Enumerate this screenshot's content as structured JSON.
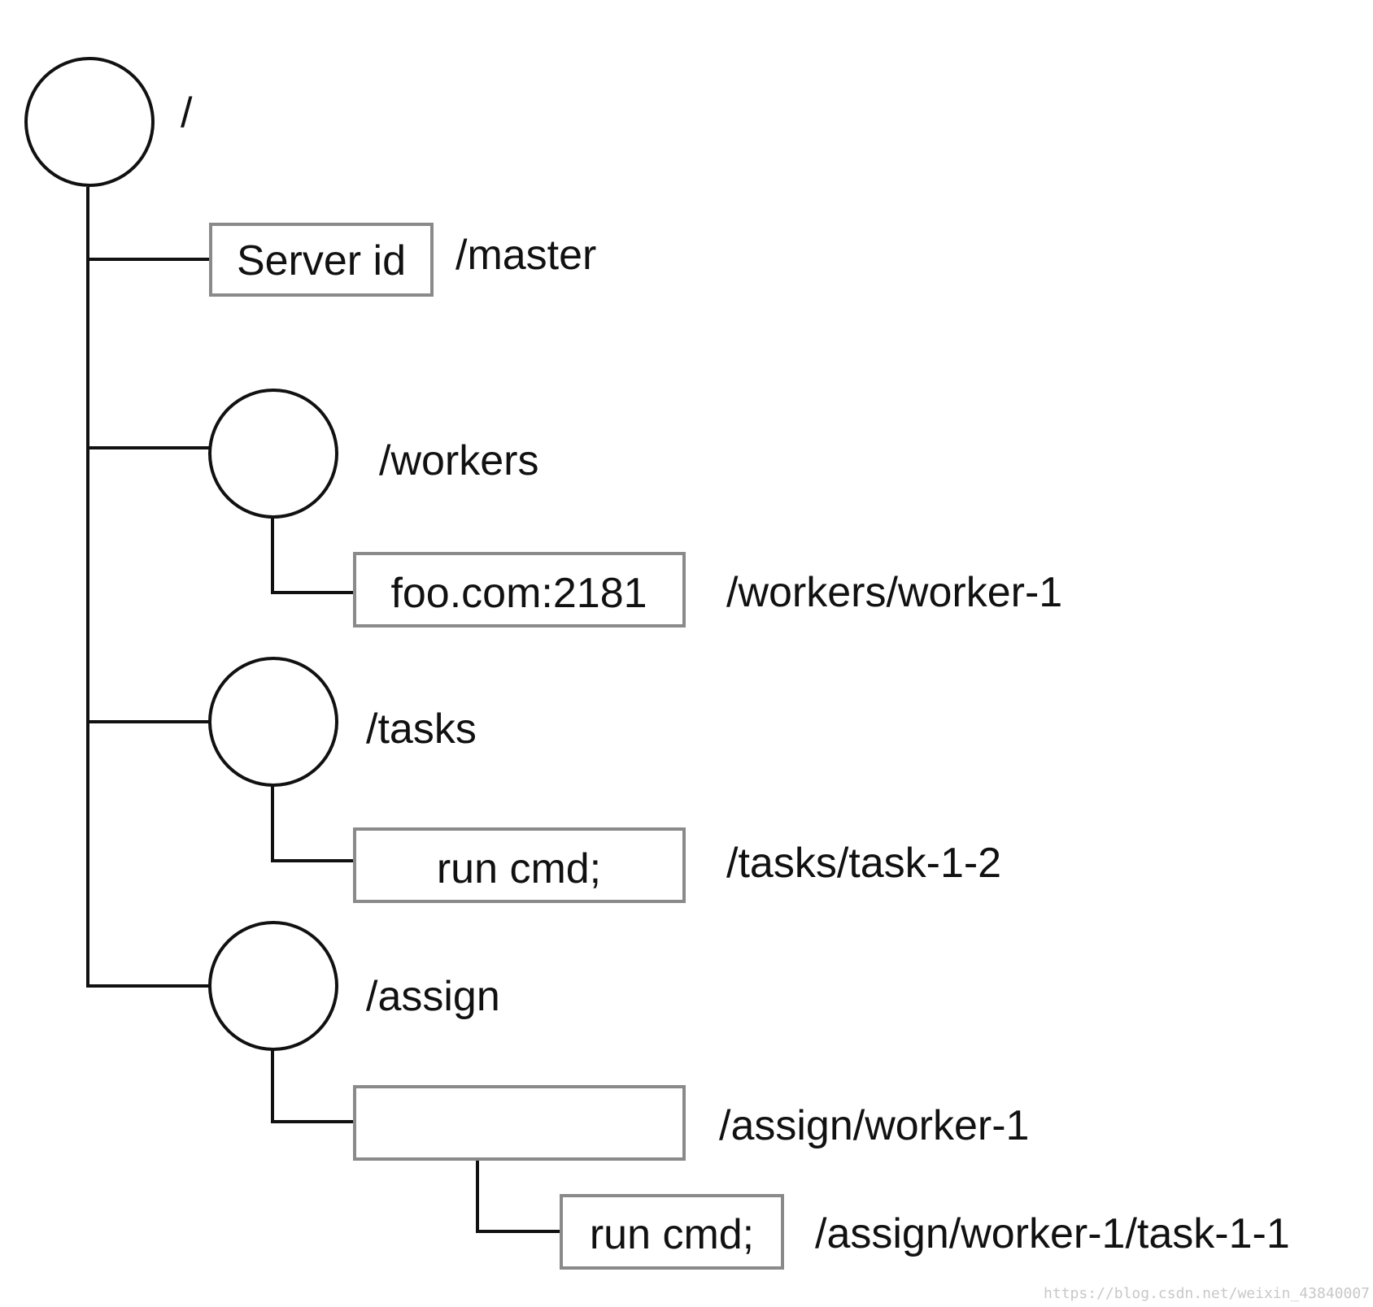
{
  "tree": {
    "root": {
      "path": "/"
    },
    "master": {
      "path": "/master",
      "data": "Server id"
    },
    "workers": {
      "path": "/workers",
      "children": [
        {
          "path": "/workers/worker-1",
          "data": "foo.com:2181"
        }
      ]
    },
    "tasks": {
      "path": "/tasks",
      "children": [
        {
          "path": "/tasks/task-1-2",
          "data": "run cmd;"
        }
      ]
    },
    "assign": {
      "path": "/assign",
      "children": [
        {
          "path": "/assign/worker-1",
          "data": "",
          "children": [
            {
              "path": "/assign/worker-1/task-1-1",
              "data": "run cmd;"
            }
          ]
        }
      ]
    }
  },
  "watermark": "https://blog.csdn.net/weixin_43840007"
}
